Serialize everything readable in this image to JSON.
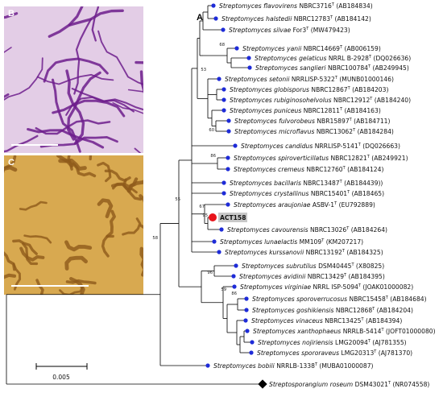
{
  "panels": {
    "micrograph_b_label": "B",
    "micrograph_c_label": "C",
    "tree_label": "A"
  },
  "colors": {
    "dot": "#1e2bd8",
    "highlight_dot": "#e8141b",
    "highlight_box": "#c8c8c8",
    "outgroup_marker": "#000000",
    "micrograph_b_bg": "#e3cde6",
    "micrograph_b_fg": "#6d1d8c",
    "micrograph_c_bg": "#d8a950",
    "micrograph_c_fg": "#8e5a1a"
  },
  "taxa": [
    {
      "genus": "Streptomyces",
      "species": "flavovirens",
      "strain": "NBRC3716",
      "sup": "T",
      "acc": "(AB184834)"
    },
    {
      "genus": "Streptomyces",
      "species": "halstedii",
      "strain": "NBRC12783",
      "sup": "T",
      "acc": "(AB184142)"
    },
    {
      "genus": "Streptomyces",
      "species": "silvae",
      "strain": "For3",
      "sup": "T",
      "acc": "(MW479423)"
    },
    {
      "genus": "Streptomyces",
      "species": "yanii",
      "strain": "NBRC14669",
      "sup": "T",
      "acc": "(AB006159)"
    },
    {
      "genus": "Streptomyces",
      "species": "gelaticus",
      "strain": "NRRL B-2928",
      "sup": "T",
      "acc": "(DQ026636)"
    },
    {
      "genus": "Streptomyces",
      "species": "sanglieri",
      "strain": "NBRC100784",
      "sup": "T",
      "acc": "(AB249945)"
    },
    {
      "genus": "Streptomyces",
      "species": "setonii",
      "strain": "NRRLISP-5322",
      "sup": "T",
      "acc": "(MUNB01000146)"
    },
    {
      "genus": "Streptomyces",
      "species": "globisporus",
      "strain": "NBRC12867",
      "sup": "T",
      "acc": "(AB184203)"
    },
    {
      "genus": "Streptomyces",
      "species": "rubiginosohelvolus",
      "strain": "NBRC12912",
      "sup": "T",
      "acc": "(AB184240)"
    },
    {
      "genus": "Streptomyces",
      "species": "puniceus",
      "strain": "NBRC12811",
      "sup": "T",
      "acc": "(AB184163)"
    },
    {
      "genus": "Streptomyces",
      "species": "fulvorobeus",
      "strain": "NBR15897",
      "sup": "T",
      "acc": "(AB184711)"
    },
    {
      "genus": "Streptomyces",
      "species": "microflavus",
      "strain": "NBRC13062",
      "sup": "T",
      "acc": "(AB184284)"
    },
    {
      "genus": "Streptomyces",
      "species": "candidus",
      "strain": "NRRLISP-5141",
      "sup": "T",
      "acc": "(DQ026663)"
    },
    {
      "genus": "Streptomyces",
      "species": "spiroverticillatus",
      "strain": "NBRC12821",
      "sup": "T",
      "acc": "(AB249921)"
    },
    {
      "genus": "Streptomyces",
      "species": "cremeus",
      "strain": "NBRC12760",
      "sup": "T",
      "acc": "(AB184124)"
    },
    {
      "genus": "Streptomyces",
      "species": "bacillaris",
      "strain": "NBRC13487",
      "sup": "T",
      "acc": "(AB184439))"
    },
    {
      "genus": "Streptomyces",
      "species": "crystallinus",
      "strain": "NBRC15401",
      "sup": "T",
      "acc": "(AB18465)"
    },
    {
      "genus": "Streptomyces",
      "species": "araujoniae",
      "strain": "ASBV-1",
      "sup": "T",
      "acc": "(EU792889)"
    },
    {
      "genus": "",
      "species": "",
      "strain": "ACT158",
      "sup": "",
      "acc": "",
      "highlight": true
    },
    {
      "genus": "Streptomyces",
      "species": "cavourensis",
      "strain": "NBRC13026",
      "sup": "T",
      "acc": "(AB184264)"
    },
    {
      "genus": "Streptomyces",
      "species": "lunaelactis",
      "strain": "MM109",
      "sup": "T",
      "acc": "(KM207217)"
    },
    {
      "genus": "Streptomyces",
      "species": "kurssanovii",
      "strain": "NBRC13192",
      "sup": "T",
      "acc": "(AB184325)"
    },
    {
      "genus": "Streptomyces",
      "species": "subrutilus",
      "strain": "DSM40445",
      "sup": "T",
      "acc": "(X80825)"
    },
    {
      "genus": "Streptomyces",
      "species": "avidinii",
      "strain": "NBRC13429",
      "sup": "T",
      "acc": "(AB184395)"
    },
    {
      "genus": "Streptomyces",
      "species": "virginiae",
      "strain": "NRRL ISP-5094",
      "sup": "T",
      "acc": "(JOAK01000082)"
    },
    {
      "genus": "Streptomyces",
      "species": "sporoverrucosus",
      "strain": "NBRC15458",
      "sup": "T",
      "acc": "(AB184684)"
    },
    {
      "genus": "Streptomyces",
      "species": "goshikiensis",
      "strain": "NBRC12868",
      "sup": "T",
      "acc": "(AB184204)"
    },
    {
      "genus": "Streptomyces",
      "species": "vinaceus",
      "strain": "NBRC13425",
      "sup": "T",
      "acc": "(AB184394)"
    },
    {
      "genus": "Streptomyces",
      "species": "xanthophaeus",
      "strain": "NRRLB-5414",
      "sup": "T",
      "acc": "(JOFT01000080)"
    },
    {
      "genus": "Streptomyces",
      "species": "nojiriensis",
      "strain": "LMG20094",
      "sup": "T",
      "acc": "(AJ781355)"
    },
    {
      "genus": "Streptomyces",
      "species": "spororaveus",
      "strain": "LMG20313",
      "sup": "T",
      "acc": "(AJ781370)"
    },
    {
      "genus": "Streptomyces",
      "species": "bobili",
      "strain": "NRRLB-1338",
      "sup": "T",
      "acc": "(MUBA01000087)"
    },
    {
      "genus": "Streptosporangium",
      "species": "roseum",
      "strain": "DSM43021",
      "sup": "T",
      "acc": "(NR074558)",
      "outgroup": true
    }
  ],
  "bootstrap": [
    "68",
    "53",
    "60",
    "86",
    "67",
    "95",
    "55",
    "58",
    "96",
    "59",
    "86"
  ],
  "scale_bar": {
    "label": "0.005"
  }
}
